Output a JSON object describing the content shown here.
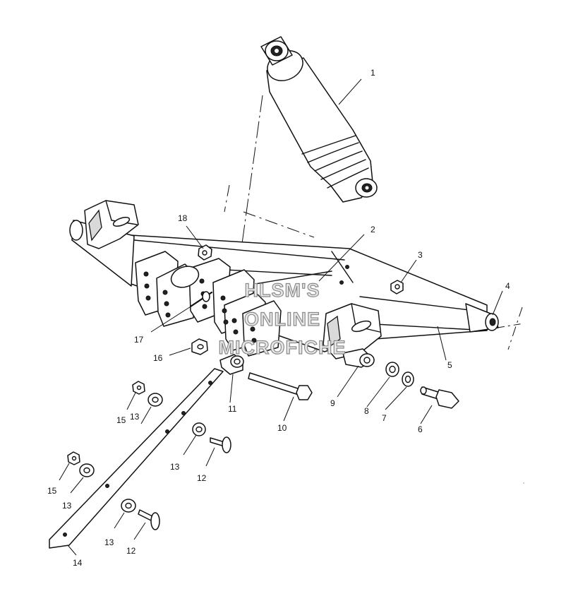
{
  "diagram": {
    "watermark": [
      "HLSM'S",
      "ONLINE",
      "MICROFICHE"
    ],
    "callouts": [
      "1",
      "2",
      "3",
      "4",
      "5",
      "6",
      "7",
      "8",
      "9",
      "10",
      "11",
      "12",
      "12",
      "13",
      "13",
      "13",
      "13",
      "14",
      "15",
      "15",
      "16",
      "17",
      "18"
    ]
  }
}
